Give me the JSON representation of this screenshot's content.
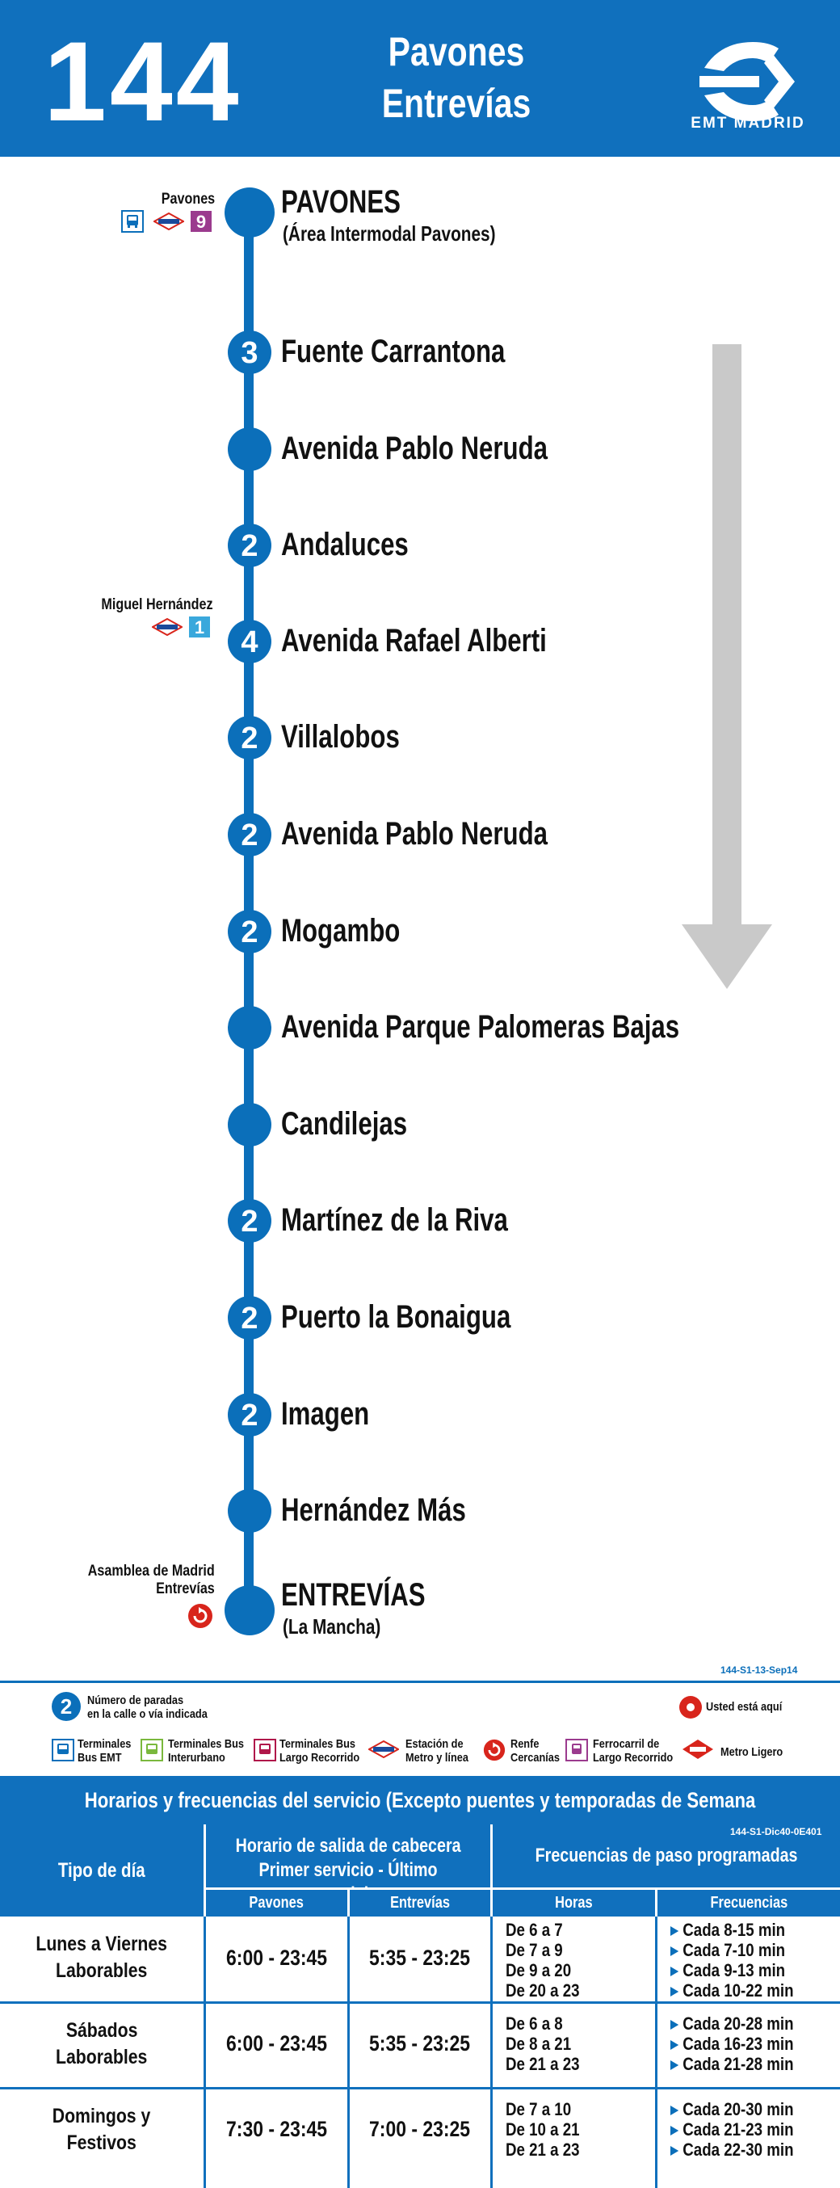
{
  "header": {
    "line_number": "144",
    "destination_line1": "Pavones",
    "destination_line2": "Entrevías",
    "brand": "EMT MADRID",
    "brand_color": "#1070bd"
  },
  "stops": [
    {
      "name": "PAVONES",
      "sub": "(Área Intermodal Pavones)",
      "count": "",
      "terminal": true
    },
    {
      "name": "Fuente Carrantona",
      "sub": "",
      "count": "3"
    },
    {
      "name": "Avenida Pablo Neruda",
      "sub": "",
      "count": ""
    },
    {
      "name": "Andaluces",
      "sub": "",
      "count": "2"
    },
    {
      "name": "Avenida Rafael Alberti",
      "sub": "",
      "count": "4"
    },
    {
      "name": "Villalobos",
      "sub": "",
      "count": "2"
    },
    {
      "name": "Avenida Pablo Neruda",
      "sub": "",
      "count": "2"
    },
    {
      "name": "Mogambo",
      "sub": "",
      "count": "2"
    },
    {
      "name": "Avenida Parque Palomeras Bajas",
      "sub": "",
      "count": ""
    },
    {
      "name": "Candilejas",
      "sub": "",
      "count": ""
    },
    {
      "name": "Martínez de la Riva",
      "sub": "",
      "count": "2"
    },
    {
      "name": "Puerto la Bonaigua",
      "sub": "",
      "count": "2"
    },
    {
      "name": "Imagen",
      "sub": "",
      "count": "2"
    },
    {
      "name": "Hernández Más",
      "sub": "",
      "count": ""
    },
    {
      "name": "ENTREVÍAS",
      "sub": "(La Mancha)",
      "count": "",
      "terminal": true
    }
  ],
  "connections": {
    "pavones": {
      "label": "Pavones",
      "metro_line": "9",
      "metro_color": "#9b3b8e"
    },
    "miguel": {
      "label": "Miguel Hernández",
      "metro_line": "1",
      "metro_color": "#3aa8dc"
    },
    "asamblea": {
      "label_line1": "Asamblea de Madrid",
      "label_line2": "Entrevías"
    }
  },
  "codes": {
    "route_code": "144-S1-13-Sep14",
    "table_code": "144-S1-Dic40-0E401"
  },
  "legend": {
    "stop_count_number": "2",
    "stop_count_line1": "Número de paradas",
    "stop_count_line2": "en la calle o vía indicada",
    "you_are_here": "Usted está aquí",
    "items": [
      {
        "line1": "Terminales",
        "line2": "Bus EMT"
      },
      {
        "line1": "Terminales Bus",
        "line2": "Interurbano"
      },
      {
        "line1": "Terminales Bus",
        "line2": "Largo Recorrido"
      },
      {
        "line1": "Estación de",
        "line2": "Metro y línea"
      },
      {
        "line1": "Renfe",
        "line2": "Cercanías"
      },
      {
        "line1": "Ferrocarril de",
        "line2": "Largo Recorrido"
      },
      {
        "line1": "Metro Ligero",
        "line2": ""
      }
    ]
  },
  "timetable": {
    "title": "Horarios y frecuencias del servicio (Excepto puentes y temporadas de Semana Santa y Verano)",
    "col_daytype": "Tipo de día",
    "col_first_last_line1": "Horario de salida de cabecera",
    "col_first_last_line2": "Primer servicio - Último servicio",
    "col_pavones": "Pavones",
    "col_entrevias": "Entrevías",
    "col_freq_group": "Frecuencias de paso programadas",
    "col_hours": "Horas",
    "col_frequencies": "Frecuencias",
    "rows": [
      {
        "day_line1": "Lunes a Viernes",
        "day_line2": "Laborables",
        "pavones": "6:00 - 23:45",
        "entrevias": "5:35 - 23:25",
        "hours": [
          "De 6 a  7",
          "De 7 a 9",
          "De 9 a 20",
          "De 20 a 23"
        ],
        "freqs": [
          "Cada 8-15 min",
          "Cada 7-10 min",
          "Cada 9-13 min",
          "Cada 10-22 min"
        ]
      },
      {
        "day_line1": "Sábados",
        "day_line2": "Laborables",
        "pavones": "6:00 - 23:45",
        "entrevias": "5:35 - 23:25",
        "hours": [
          "De 6 a 8",
          "De 8 a 21",
          "De 21 a 23"
        ],
        "freqs": [
          "Cada 20-28 min",
          "Cada 16-23 min",
          "Cada 21-28 min"
        ]
      },
      {
        "day_line1": "Domingos y",
        "day_line2": "Festivos",
        "pavones": "7:30 - 23:45",
        "entrevias": "7:00 - 23:25",
        "hours": [
          "De 7 a 10",
          "De 10 a 21",
          "De 21 a 23"
        ],
        "freqs": [
          "Cada 20-30 min",
          "Cada 21-23 min",
          "Cada 22-30 min"
        ]
      }
    ]
  }
}
